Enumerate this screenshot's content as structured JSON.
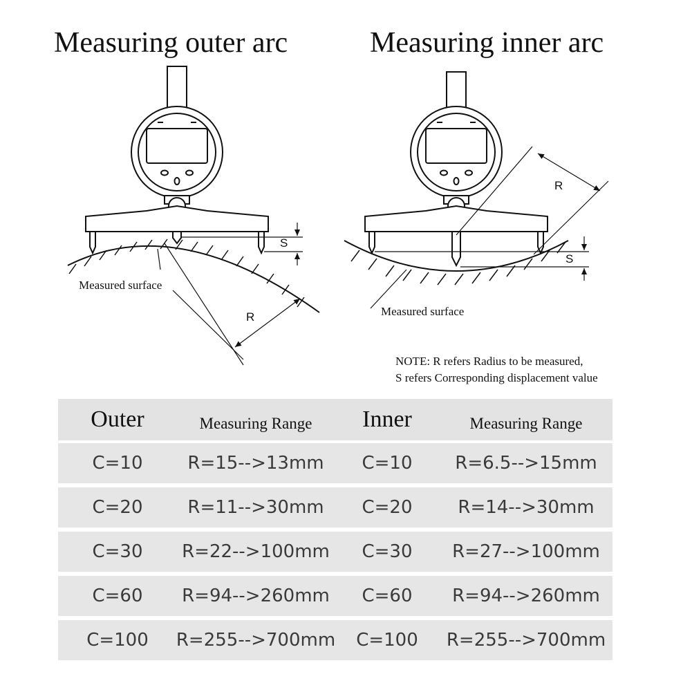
{
  "titles": {
    "outer": "Measuring outer arc",
    "inner": "Measuring inner arc"
  },
  "labels": {
    "outer_surface": "Measured surface",
    "inner_surface": "Measured surface",
    "outer_R": "R",
    "outer_S": "S",
    "inner_R": "R",
    "inner_S": "S"
  },
  "note": {
    "line1": "NOTE: R refers Radius to be measured,",
    "line2": "S refers Corresponding displacement value"
  },
  "table": {
    "headers": [
      "Outer",
      "Measuring Range",
      "Inner",
      "Measuring Range"
    ],
    "rows": [
      [
        "C=10",
        "R=15-->13mm",
        "C=10",
        "R=6.5-->15mm"
      ],
      [
        "C=20",
        "R=11-->30mm",
        "C=20",
        "R=14-->30mm"
      ],
      [
        "C=30",
        "R=22-->100mm",
        "C=30",
        "R=27-->100mm"
      ],
      [
        "C=60",
        "R=94-->260mm",
        "C=60",
        "R=94-->260mm"
      ],
      [
        "C=100",
        "R=255-->700mm",
        "C=100",
        "R=255-->700mm"
      ]
    ]
  },
  "colors": {
    "row_background": "#e6e6e6",
    "ink": "#111111",
    "value_text": "#3a3a3a"
  }
}
